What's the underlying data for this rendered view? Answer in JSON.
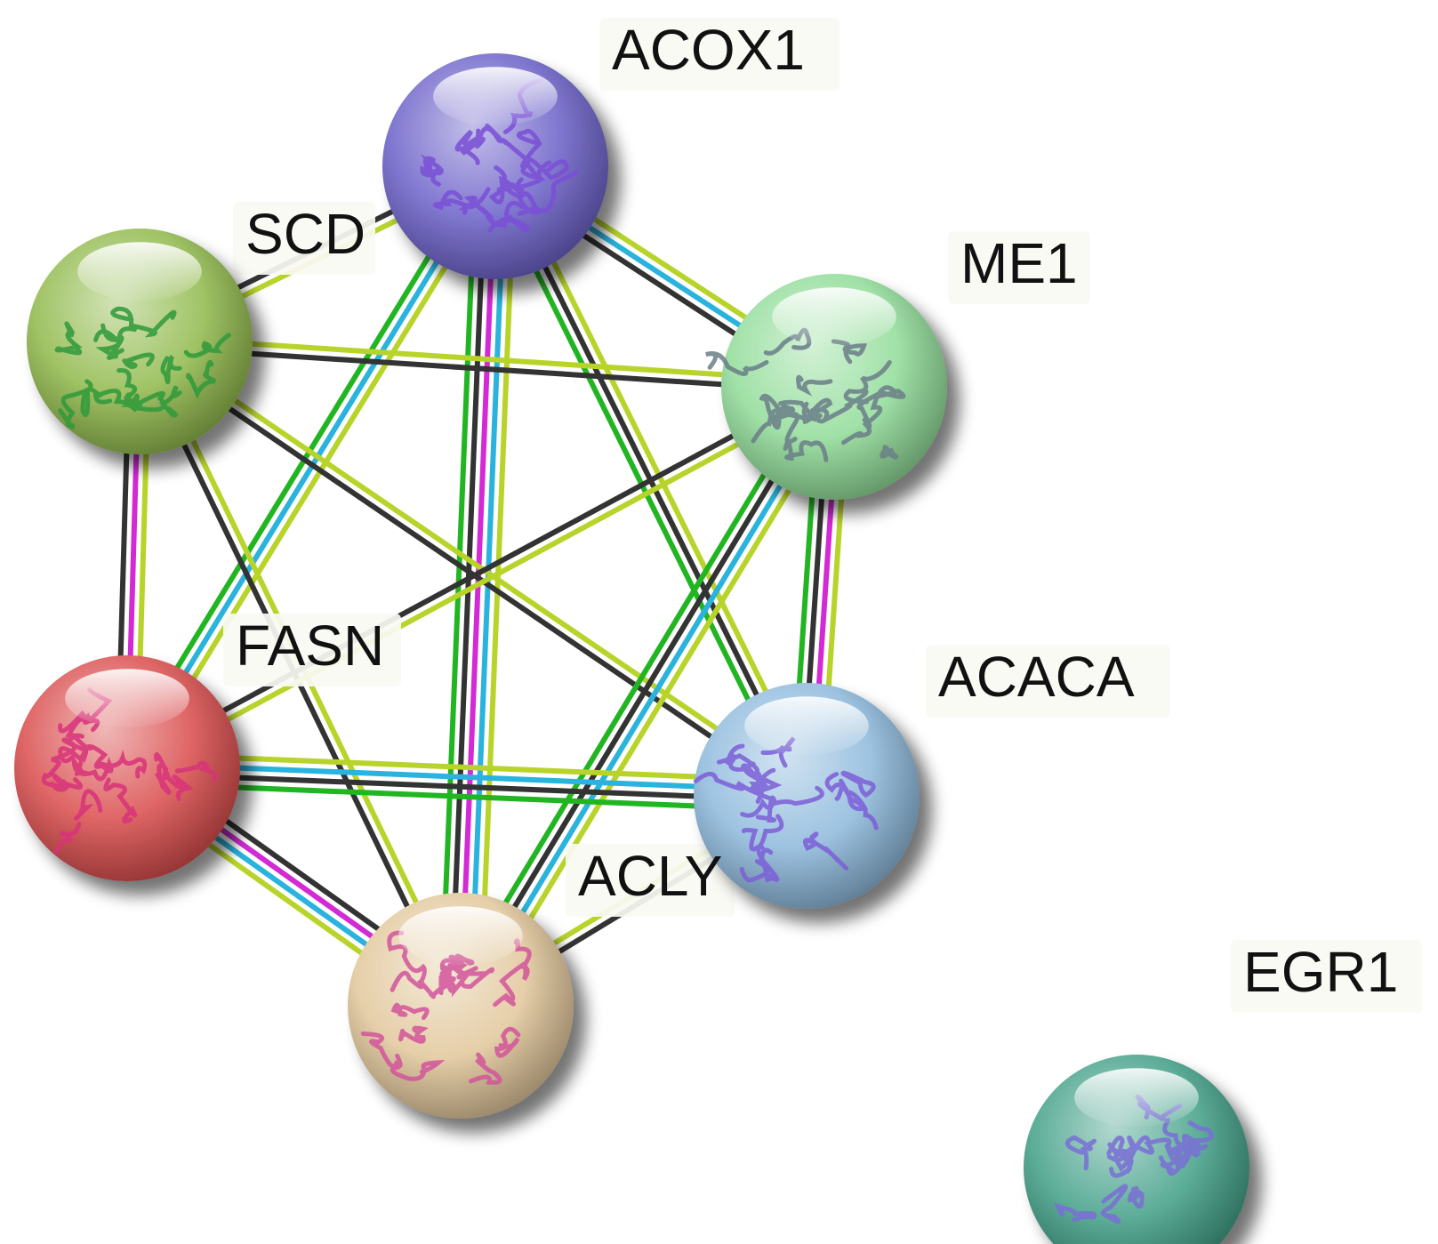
{
  "network": {
    "nodes": [
      {
        "id": "ACOX1",
        "label": "ACOX1",
        "color": "#6a5fc8",
        "structure_color": "#7a4fd6"
      },
      {
        "id": "SCD",
        "label": "SCD",
        "color": "#8fb84a",
        "structure_color": "#2f9a3a"
      },
      {
        "id": "ME1",
        "label": "ME1",
        "color": "#8fdc97",
        "structure_color": "#6b7e88"
      },
      {
        "id": "FASN",
        "label": "FASN",
        "color": "#d94a4a",
        "structure_color": "#d8337a"
      },
      {
        "id": "ACACA",
        "label": "ACACA",
        "color": "#8cb8dc",
        "structure_color": "#7d5fd8"
      },
      {
        "id": "ACLY",
        "label": "ACLY",
        "color": "#e2c79a",
        "structure_color": "#d3559c"
      },
      {
        "id": "EGR1",
        "label": "EGR1",
        "color": "#3f9e86",
        "structure_color": "#7a6fd6"
      }
    ],
    "edge_colors": {
      "textmining": "#b8d42a",
      "coexpression": "#333333",
      "databases": "#29b3dd",
      "experiments": "#d32ad6",
      "neighborhood": "#22b522"
    },
    "edges": [
      {
        "source": "ACOX1",
        "target": "SCD",
        "types": [
          "textmining",
          "coexpression"
        ]
      },
      {
        "source": "ACOX1",
        "target": "ME1",
        "types": [
          "textmining",
          "databases",
          "coexpression"
        ]
      },
      {
        "source": "ACOX1",
        "target": "FASN",
        "types": [
          "textmining",
          "databases",
          "neighborhood"
        ]
      },
      {
        "source": "ACOX1",
        "target": "ACACA",
        "types": [
          "textmining",
          "coexpression",
          "neighborhood"
        ]
      },
      {
        "source": "ACOX1",
        "target": "ACLY",
        "types": [
          "textmining",
          "databases",
          "experiments",
          "coexpression",
          "neighborhood"
        ]
      },
      {
        "source": "SCD",
        "target": "ME1",
        "types": [
          "textmining",
          "coexpression"
        ]
      },
      {
        "source": "SCD",
        "target": "FASN",
        "types": [
          "textmining",
          "experiments",
          "coexpression"
        ]
      },
      {
        "source": "SCD",
        "target": "ACACA",
        "types": [
          "textmining",
          "coexpression"
        ]
      },
      {
        "source": "SCD",
        "target": "ACLY",
        "types": [
          "textmining",
          "coexpression"
        ]
      },
      {
        "source": "ME1",
        "target": "FASN",
        "types": [
          "textmining",
          "coexpression"
        ]
      },
      {
        "source": "ME1",
        "target": "ACACA",
        "types": [
          "textmining",
          "experiments",
          "coexpression",
          "neighborhood"
        ]
      },
      {
        "source": "ME1",
        "target": "ACLY",
        "types": [
          "textmining",
          "databases",
          "coexpression",
          "neighborhood"
        ]
      },
      {
        "source": "FASN",
        "target": "ACACA",
        "types": [
          "textmining",
          "databases",
          "coexpression",
          "neighborhood"
        ]
      },
      {
        "source": "FASN",
        "target": "ACLY",
        "types": [
          "coexpression",
          "experiments",
          "databases",
          "textmining"
        ]
      },
      {
        "source": "ACACA",
        "target": "ACLY",
        "types": [
          "coexpression",
          "textmining"
        ]
      }
    ]
  }
}
